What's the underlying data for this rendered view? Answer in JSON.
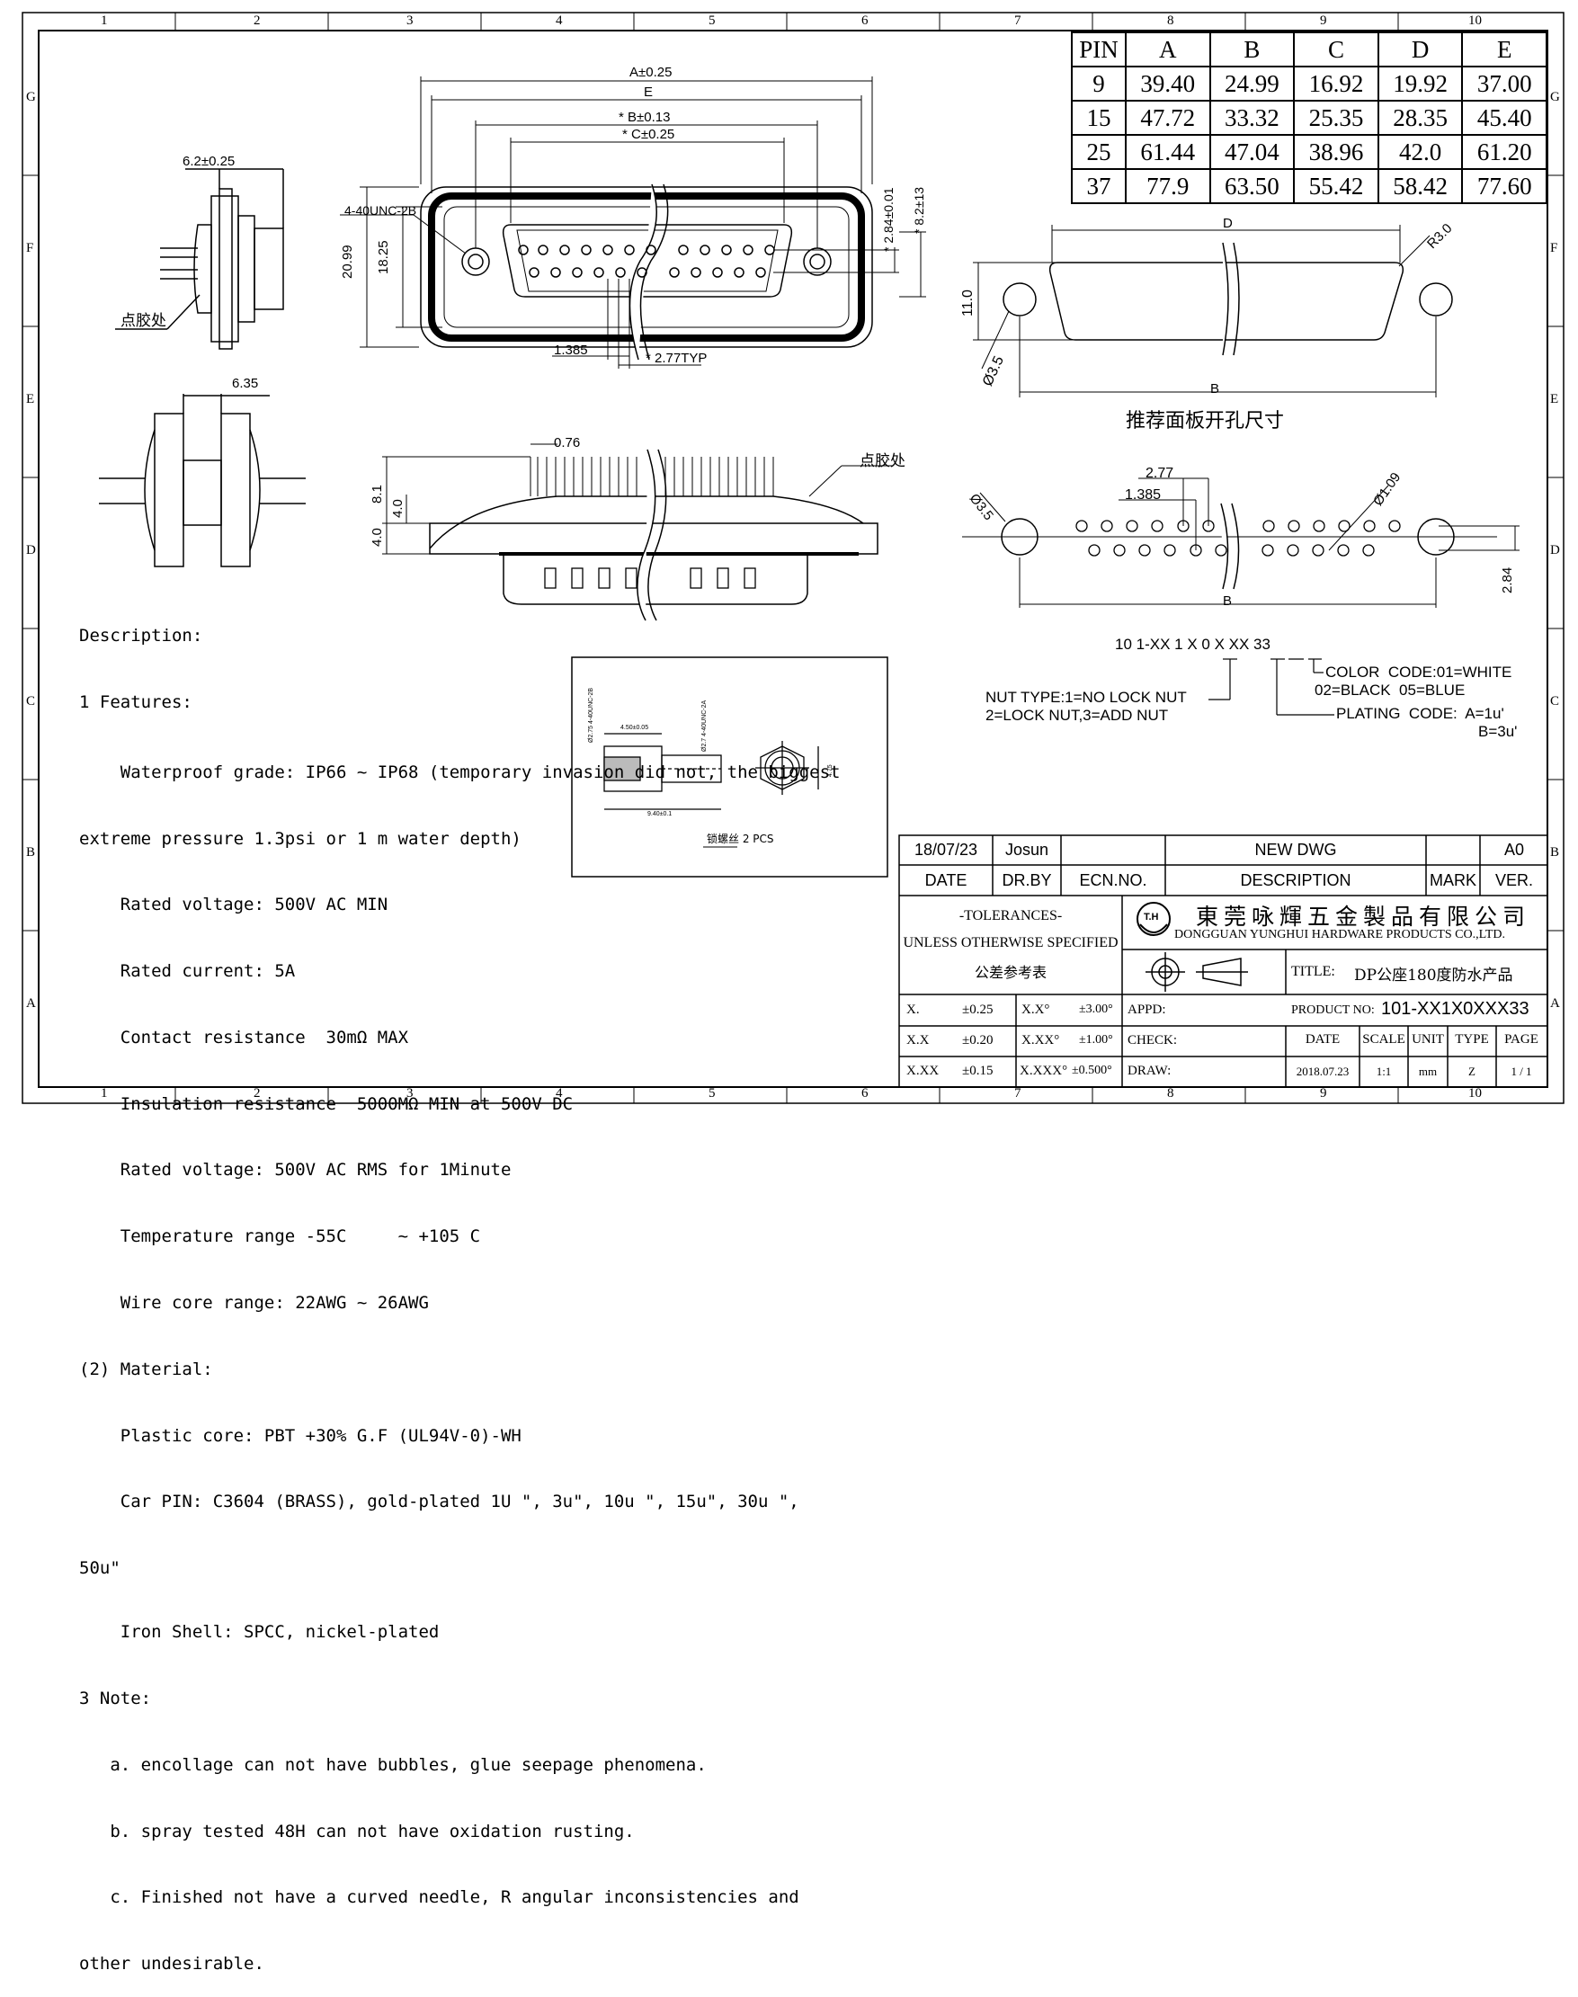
{
  "grid": {
    "cols": [
      "1",
      "2",
      "3",
      "4",
      "5",
      "6",
      "7",
      "8",
      "9",
      "10"
    ],
    "rows": [
      "G",
      "F",
      "E",
      "D",
      "C",
      "B",
      "A"
    ]
  },
  "pin_table": {
    "headers": [
      "PIN",
      "A",
      "B",
      "C",
      "D",
      "E"
    ],
    "rows": [
      [
        "9",
        "39.40",
        "24.99",
        "16.92",
        "19.92",
        "37.00"
      ],
      [
        "15",
        "47.72",
        "33.32",
        "25.35",
        "28.35",
        "45.40"
      ],
      [
        "25",
        "61.44",
        "47.04",
        "38.96",
        "42.0",
        "61.20"
      ],
      [
        "37",
        "77.9",
        "63.50",
        "55.42",
        "58.42",
        "77.60"
      ]
    ]
  },
  "dims": {
    "a": "A±0.25",
    "e": "E",
    "b": "* B±0.13",
    "c": "* C±0.25",
    "thread": "4-40UNC-2B",
    "h1": "20.99",
    "h2": "18.25",
    "d284": "* 2.84±0.01",
    "d82": "* 8.2±13",
    "p1385": "1.385",
    "p277": "* 2.77TYP",
    "w62": "6.2±0.25",
    "glue": "点胶处",
    "w635": "6.35",
    "p076": "0.76",
    "glue2": "点胶处",
    "v81": "8.1",
    "v40a": "4.0",
    "v40b": "4.0",
    "cut_d": "D",
    "cut_r": "R3.0",
    "cut_11": "11.0",
    "cut_35": "Ø3.5",
    "cut_b": "B",
    "cut_title": "推荐面板开孔尺寸",
    "pcb_277": "2.77",
    "pcb_1385": "1.385",
    "pcb_35": "Ø3.5",
    "pcb_109": "Ø1.09",
    "pcb_284": "2.84",
    "pcb_b": "B"
  },
  "inset": {
    "label": "锁螺丝 2 PCS",
    "d1": "4.50±0.05",
    "d2": "9.40±0.1",
    "d3": "4.75",
    "t1": "Ø2.75 4-40UNC-2B",
    "t2": "Ø2.7 4-40UNC-2A"
  },
  "part_code": {
    "code": "10 1-XX 1 X 0 X XX 33",
    "color1": "COLOR  CODE:01=WHITE",
    "color2": "02=BLACK  05=BLUE",
    "nut1": "NUT TYPE:1=NO LOCK NUT",
    "nut2": "2=LOCK NUT,3=ADD NUT",
    "plate1": "PLATING  CODE:  A=1u'",
    "plate2": "B=3u'"
  },
  "description": [
    "Description:",
    "1 Features:",
    "    Waterproof grade: IP66 ~ IP68 (temporary invasion did not, the biggest",
    "extreme pressure 1.3psi or 1 m water depth)",
    "    Rated voltage: 500V AC MIN",
    "    Rated current: 5A",
    "    Contact resistance  30mΩ MAX",
    "    Insulation resistance  5000MΩ MIN at 500V DC",
    "    Rated voltage: 500V AC RMS for 1Minute",
    "    Temperature range -55C     ~ +105 C",
    "    Wire core range: 22AWG ~ 26AWG",
    "(2) Material:",
    "    Plastic core: PBT +30% G.F (UL94V-0)-WH",
    "    Car PIN: C3604 (BRASS), gold-plated 1U \", 3u\", 10u \", 15u\", 30u \",",
    "50u\"",
    "    Iron Shell: SPCC, nickel-plated",
    "3 Note:",
    "   a. encollage can not have bubbles, glue seepage phenomena.",
    "   b. spray tested 48H can not have oxidation rusting.",
    "   c. Finished not have a curved needle, R angular inconsistencies and",
    "other undesirable."
  ],
  "title_block": {
    "date_val": "18/07/23",
    "drby_val": "Josun",
    "desc_val": "NEW DWG",
    "ver_val": "A0",
    "date_h": "DATE",
    "drby_h": "DR.BY",
    "ecn_h": "ECN.NO.",
    "desc_h": "DESCRIPTION",
    "mark_h": "MARK",
    "ver_h": "VER.",
    "tol1": "-TOLERANCES-",
    "tol2": "UNLESS OTHERWISE SPECIFIED",
    "tol3": "公差参考表",
    "company_cn": "東莞咏輝五金製品有限公司",
    "company_en": "DONGGUAN YUNGHUI HARDWARE PRODUCTS CO.,LTD.",
    "logo": "T.H",
    "title_label": "TITLE:",
    "title_val": "DP公座180度防水产品",
    "tx1": "X.",
    "tv1": "±0.25",
    "ta1": "X.X°",
    "tav1": "±3.00°",
    "tx2": "X.X",
    "tv2": "±0.20",
    "ta2": "X.XX°",
    "tav2": "±1.00°",
    "tx3": "X.XX",
    "tv3": "±0.15",
    "ta3": "X.XXX°",
    "tav3": "±0.500°",
    "appd": "APPD:",
    "check": "CHECK:",
    "draw": "DRAW:",
    "prod_label": "PRODUCT NO:",
    "prod_val": "101-XX1X0XXX33",
    "date2_h": "DATE",
    "scale_h": "SCALE",
    "unit_h": "UNIT",
    "type_h": "TYPE",
    "page_h": "PAGE",
    "date2_v": "2018.07.23",
    "scale_v": "1:1",
    "unit_v": "mm",
    "type_v": "Z",
    "page_v": "1 / 1"
  }
}
